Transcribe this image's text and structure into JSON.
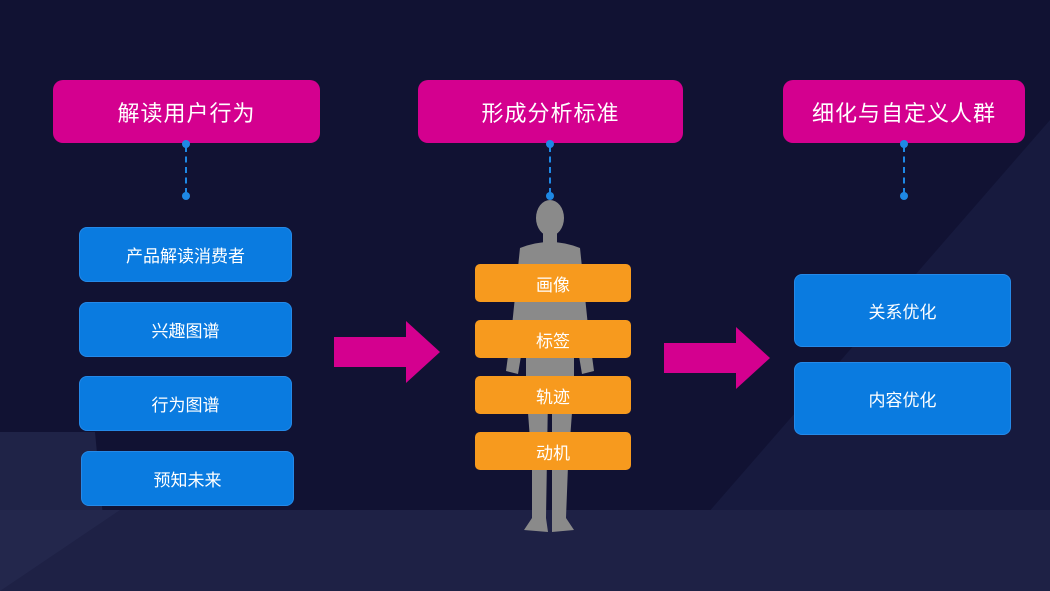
{
  "colors": {
    "background": "#111233",
    "header_fill": "#D4008F",
    "blue_box": "#0A7BE0",
    "orange_box": "#F79A1E",
    "connector": "#1E88E5",
    "arrow": "#D4008F",
    "silhouette": "#8A8A8A"
  },
  "columns": [
    {
      "header": "解读用户行为",
      "items": [
        "产品解读消费者",
        "兴趣图谱",
        "行为图谱",
        "预知未来"
      ]
    },
    {
      "header": "形成分析标准",
      "items": [
        "画像",
        "标签",
        "轨迹",
        "动机"
      ]
    },
    {
      "header": "细化与自定义人群",
      "items": [
        "关系优化",
        "内容优化"
      ]
    }
  ],
  "icons": [
    "person-silhouette-icon",
    "right-arrow-icon"
  ]
}
